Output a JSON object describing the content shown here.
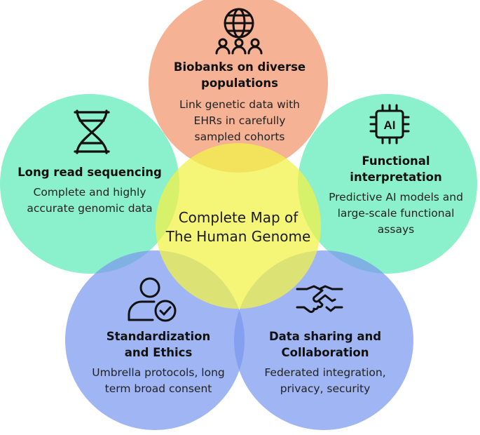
{
  "center": {
    "line1": "Complete Map of",
    "line2": "The Human Genome"
  },
  "nodes": {
    "biobanks": {
      "title1": "Biobanks on diverse",
      "title2": "populations",
      "desc1": "Link genetic data with",
      "desc2": "EHRs in carefully",
      "desc3": "sampled cohorts",
      "color": "#f4a582",
      "icon": "globe-people-icon"
    },
    "longread": {
      "title1": "Long read sequencing",
      "desc1": "Complete and highly",
      "desc2": "accurate genomic data",
      "color": "#5eeab8",
      "icon": "dna-icon"
    },
    "functional": {
      "title1": "Functional",
      "title2": "interpretation",
      "desc1": "Predictive AI models and",
      "desc2": "large-scale functional",
      "desc3": "assays",
      "color": "#5eeab8",
      "icon": "ai-chip-icon",
      "icon_label": "AI"
    },
    "standardization": {
      "title1": "Standardization",
      "title2": "and Ethics",
      "desc1": "Umbrella protocols, long",
      "desc2": "term broad consent",
      "color": "#8aa4f0",
      "icon": "user-check-icon"
    },
    "datasharing": {
      "title1": "Data sharing and",
      "title2": "Collaboration",
      "desc1": "Federated integration,",
      "desc2": "privacy, security",
      "color": "#8aa4f0",
      "icon": "handshake-icon"
    }
  },
  "center_color": "#f2f24a"
}
